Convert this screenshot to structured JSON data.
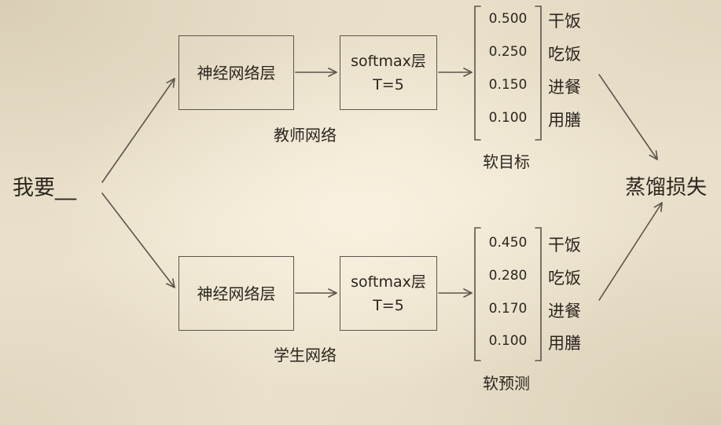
{
  "input": "我要__",
  "loss": "蒸馏损失",
  "teacher": {
    "caption": "教师网络",
    "layer": "神经网络层",
    "softmax_name": "softmax层",
    "softmax_temp": "T=5",
    "target_caption": "软目标",
    "probabilities": [
      "0.500",
      "0.250",
      "0.150",
      "0.100"
    ],
    "words": [
      "干饭",
      "吃饭",
      "进餐",
      "用膳"
    ]
  },
  "student": {
    "caption": "学生网络",
    "layer": "神经网络层",
    "softmax_name": "softmax层",
    "softmax_temp": "T=5",
    "target_caption": "软预测",
    "probabilities": [
      "0.450",
      "0.280",
      "0.170",
      "0.100"
    ],
    "words": [
      "干饭",
      "吃饭",
      "进餐",
      "用膳"
    ]
  }
}
